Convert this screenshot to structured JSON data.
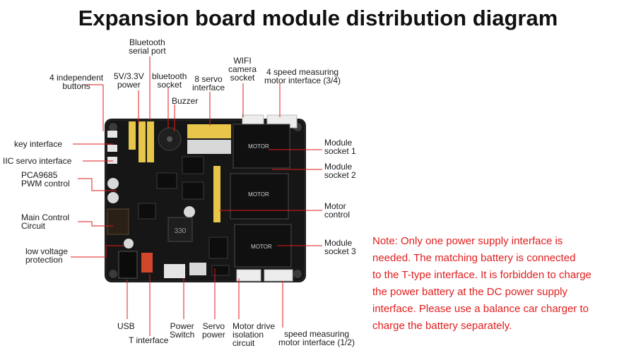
{
  "title": "Expansion board  module distribution diagram",
  "labels": {
    "bluetooth_serial_1": "Bluetooth",
    "bluetooth_serial_2": "serial port",
    "wifi_1": "WIFI",
    "wifi_2": "camera",
    "wifi_3": "socket",
    "speed_34_1": "4 speed measuring",
    "speed_34_2": "motor interface (3/4)",
    "buttons_1": "4 independent",
    "buttons_2": "buttons",
    "power_1": "5V/3.3V",
    "power_2": "power",
    "bt_socket_1": "bluetooth",
    "bt_socket_2": "socket",
    "servo8_1": "8 servo",
    "servo8_2": "interface",
    "buzzer": "Buzzer",
    "key_interface": "key interface",
    "iic_servo": "IIC servo interface",
    "pca_1": "PCA9685",
    "pca_2": "PWM control",
    "main_1": "Main Control",
    "main_2": "Circuit",
    "lowv_1": "low voltage",
    "lowv_2": "protection",
    "module1_1": "Module",
    "module1_2": "socket 1",
    "module2_1": "Module",
    "module2_2": "socket 2",
    "motor_ctrl_1": "Motor",
    "motor_ctrl_2": "control",
    "module3_1": "Module",
    "module3_2": "socket 3",
    "usb": "USB",
    "t_interface": "T interface",
    "power_switch_1": "Power",
    "power_switch_2": "Switch",
    "servo_power_1": "Servo",
    "servo_power_2": "power",
    "iso_1": "Motor drive",
    "iso_2": "isolation",
    "iso_3": "circuit",
    "speed_12_1": "speed measuring",
    "speed_12_2": "motor interface (1/2)"
  },
  "board_text": {
    "motor_1": "MOTOR",
    "motor_2": "MOTOR",
    "motor_3": "MOTOR",
    "inductor": "330"
  },
  "note": {
    "lines": [
      "Note: Only one power supply interface is",
      "needed. The matching battery is connected",
      "to the T-type interface. It is forbidden to charge",
      "the power battery at the DC power supply",
      "interface. Please use a balance car charger to",
      "charge the battery separately."
    ]
  },
  "colors": {
    "leader_line": "#e01b1b",
    "note_text": "#e11d1d",
    "pcb": "#161616"
  }
}
